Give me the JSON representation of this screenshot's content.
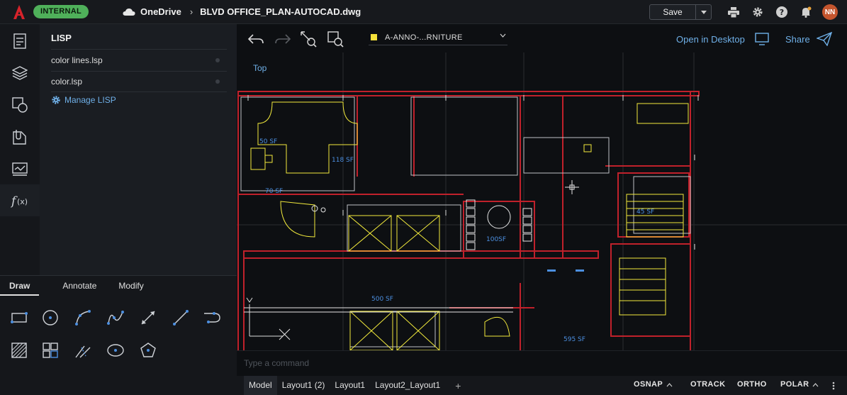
{
  "header": {
    "badge": "INTERNAL",
    "cloud_label": "OneDrive",
    "breadcrumb_sep": "›",
    "filename": "BLVD OFFICE_PLAN-AUTOCAD.dwg",
    "save_label": "Save",
    "avatar_initials": "NN"
  },
  "lisp_panel": {
    "title": "LISP",
    "items": [
      {
        "label": "color lines.lsp"
      },
      {
        "label": "color.lsp"
      }
    ],
    "manage_label": "Manage LISP"
  },
  "draw_panel": {
    "tabs": [
      {
        "label": "Draw",
        "active": true
      },
      {
        "label": "Annotate",
        "active": false
      },
      {
        "label": "Modify",
        "active": false
      }
    ],
    "tools": [
      "rectangle-icon",
      "circle-icon",
      "arc-icon",
      "spline-icon",
      "dimension-icon",
      "line-icon",
      "polyline-icon",
      "hatch-icon",
      "array-icon",
      "trim-icon",
      "ellipse-icon",
      "polygon-icon"
    ]
  },
  "canvas": {
    "layer_name": "A-ANNO-...RNITURE",
    "layer_color": "#f4e13a",
    "open_desktop_label": "Open in Desktop",
    "share_label": "Share",
    "view_label": "Top",
    "room_labels": [
      "50 SF",
      "118 SF",
      "70 SF",
      "100SF",
      "45 SF",
      "500 SF",
      "595 SF"
    ]
  },
  "command": {
    "placeholder": "Type a command"
  },
  "status_bar": {
    "layout_tabs": [
      {
        "label": "Model",
        "active": true
      },
      {
        "label": "Layout1 (2)",
        "active": false
      },
      {
        "label": "Layout1",
        "active": false
      },
      {
        "label": "Layout2_Layout1",
        "active": false
      }
    ],
    "add_label": "+",
    "osnap": "OSNAP",
    "otrack": "OTRACK",
    "ortho": "ORTHO",
    "polar": "POLAR"
  },
  "colors": {
    "accent": "#6fb0e8",
    "badge": "#4fb05a",
    "wall": "#c0212b",
    "fixture": "#f2ea3c",
    "annotation": "#4c8fe0"
  }
}
